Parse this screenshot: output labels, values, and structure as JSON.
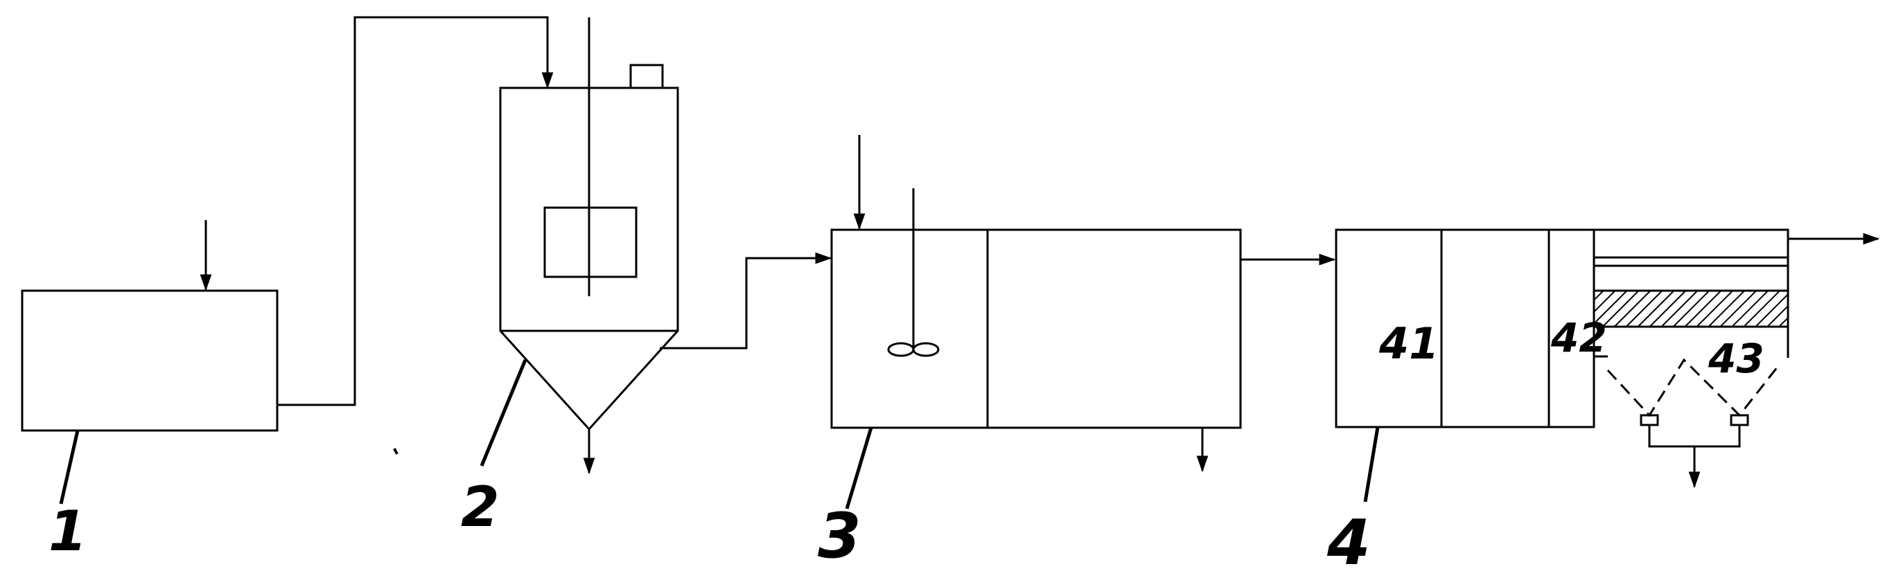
{
  "units": [
    {
      "id": "1",
      "label": "1"
    },
    {
      "id": "2",
      "label": "2"
    },
    {
      "id": "3",
      "label": "3"
    },
    {
      "id": "4",
      "label": "4"
    }
  ],
  "sub_labels": {
    "c41": "41",
    "c42": "42",
    "c43": "43"
  },
  "colors": {
    "stroke": "#000000",
    "background": "#ffffff"
  }
}
